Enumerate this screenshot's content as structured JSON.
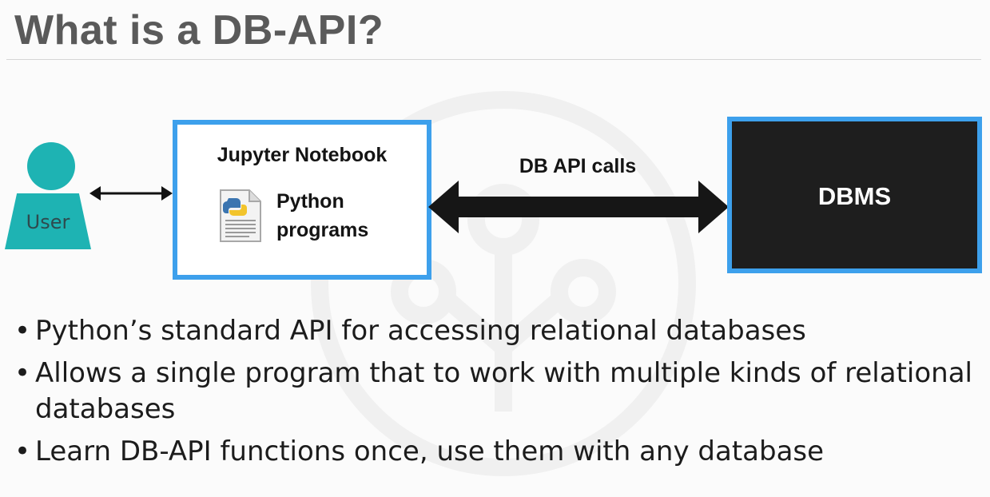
{
  "slide": {
    "title": "What is a DB-API?"
  },
  "diagram": {
    "user_label": "User",
    "notebook_title": "Jupyter Notebook",
    "notebook_program_lines": [
      "Python",
      "programs"
    ],
    "api_label": "DB API calls",
    "dbms_label": "DBMS",
    "colors": {
      "accent_border": "#3da0ec",
      "user": "#1eb3b3",
      "dbms_fill": "#1e1e1e",
      "title": "#5a5a5a"
    },
    "icons": {
      "program": "python-document-icon",
      "user": "user-person-icon"
    }
  },
  "bullets": [
    "Python’s standard API for accessing relational databases",
    "Allows a single program that to work with multiple kinds of relational databases",
    "Learn DB-API functions once, use them with any database"
  ]
}
